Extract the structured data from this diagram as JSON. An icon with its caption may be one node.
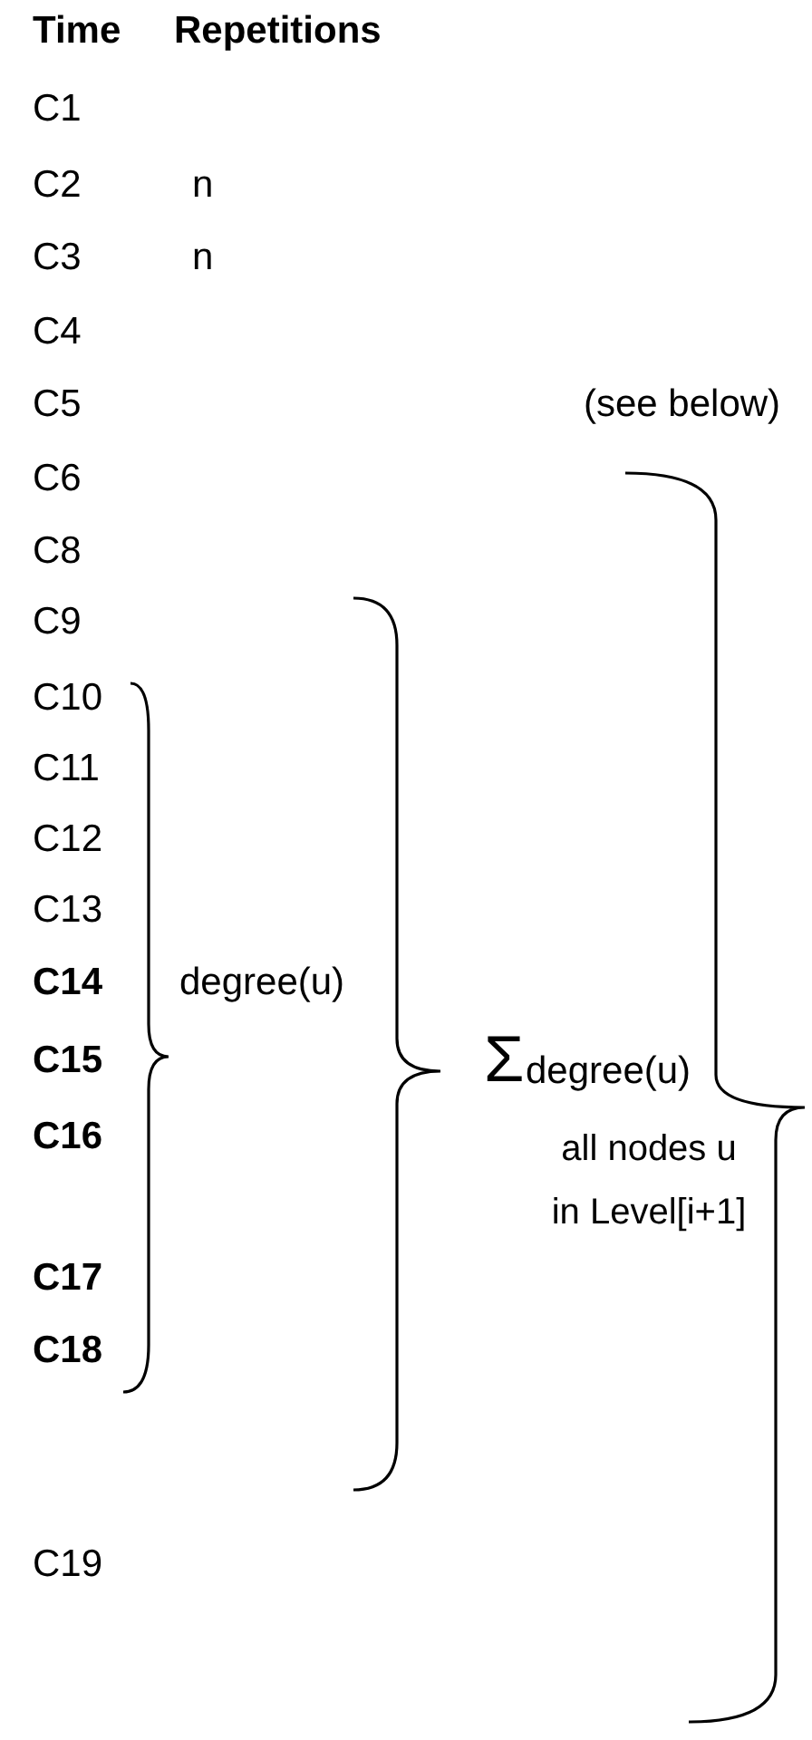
{
  "diagram": {
    "labels": [
      "Time",
      "Repetitions",
      "C1",
      "C2",
      "n",
      "C3",
      "n",
      "C4",
      "C5",
      "(see below)",
      "C6",
      "C8",
      "C9",
      "C10",
      "C11",
      "C12",
      "C13",
      "C14",
      "degree(u)",
      "C15",
      "Σ",
      "degree(u)",
      "C16",
      "all nodes u in Level[i+1]",
      "C17",
      "C18",
      "C19"
    ]
  }
}
